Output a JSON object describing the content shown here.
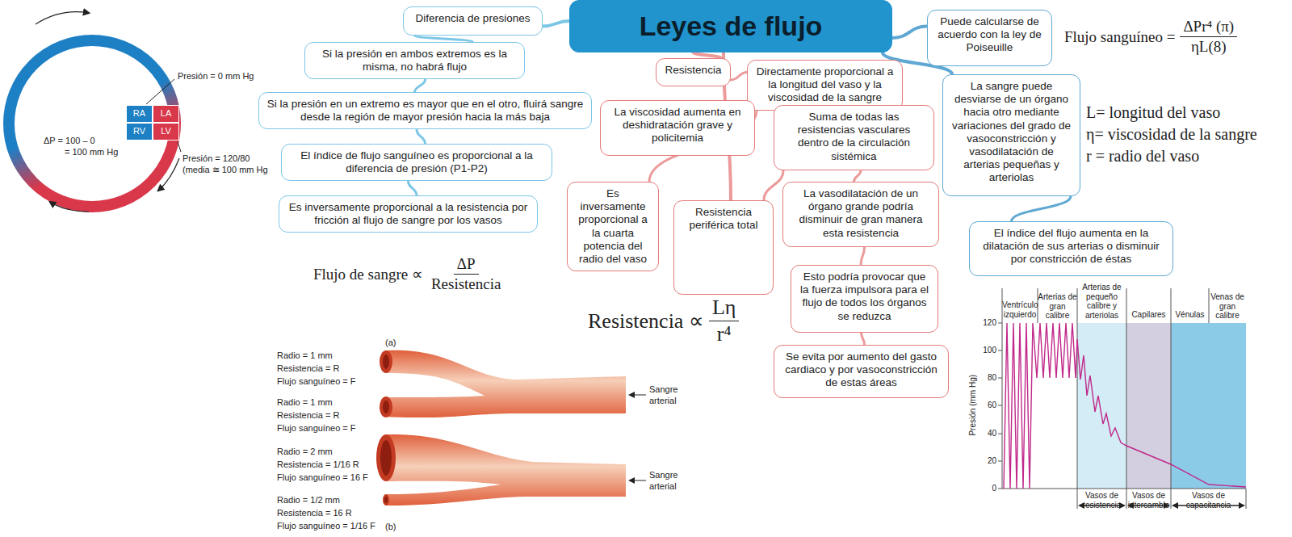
{
  "diagram": {
    "nodes": [
      {
        "text": [
          "Leyes de flujo"
        ]
      },
      {
        "text": [
          "Diferencia de presiones"
        ]
      },
      {
        "text": [
          "Si la presión en ambos extremos es la misma, no habrá flujo"
        ]
      },
      {
        "text": [
          "Si la presión en un extremo es mayor que en el otro, fluirá sangre desde la región de mayor presión hacia la más baja"
        ]
      },
      {
        "text": [
          "El índice de flujo sanguíneo es proporcional a la diferencia de presión (P1-P2)"
        ]
      },
      {
        "text": [
          "Es inversamente proporcional a la resistencia por fricción al flujo de sangre por los vasos"
        ]
      },
      {
        "text": [
          "Resistencia"
        ]
      },
      {
        "text": [
          "Directamente proporcional a la longitud del vaso y la viscosidad de la sangre"
        ]
      },
      {
        "text": [
          "La viscosidad aumenta en deshidratación grave y policitemia"
        ]
      },
      {
        "text": [
          "Es inversamente proporcional a la cuarta potencia del radio del vaso"
        ]
      },
      {
        "text": [
          "Resistencia periférica total"
        ]
      },
      {
        "text": [
          "Suma de todas las resistencias vasculares dentro de la circulación sistémica"
        ]
      },
      {
        "text": [
          "La vasodilatación de un órgano grande podría disminuir de gran manera esta resistencia"
        ]
      },
      {
        "text": [
          "Esto podría provocar que la fuerza impulsora para el flujo de todos los órganos se reduzca"
        ]
      },
      {
        "text": [
          "Se evita por aumento del gasto cardiaco y por vasoconstricción de estas áreas"
        ]
      },
      {
        "text": [
          "Puede calcularse de acuerdo con la ley de Poiseuille"
        ]
      },
      {
        "text": [
          "La sangre puede desviarse de un órgano hacia otro mediante variaciones del grado de vasoconstricción y vasodilatación de arterias pequeñas y arteriolas"
        ]
      },
      {
        "text": [
          "El índice del flujo aumenta en la dilatación de sus arterias o disminuir por constricción de éstas"
        ]
      },
      {
        "text": [
          "RA"
        ]
      },
      {
        "text": [
          "LA"
        ]
      },
      {
        "text": [
          "RV"
        ]
      },
      {
        "text": [
          "LV"
        ]
      }
    ],
    "edges": [
      {
        "from": 0,
        "to": 1,
        "arrow": "none"
      },
      {
        "from": 1,
        "to": 2,
        "arrow": "none"
      },
      {
        "from": 2,
        "to": 3,
        "arrow": "none"
      },
      {
        "from": 3,
        "to": 4,
        "arrow": "none"
      },
      {
        "from": 4,
        "to": 5,
        "arrow": "none"
      },
      {
        "from": 0,
        "to": 6,
        "arrow": "none"
      },
      {
        "from": 6,
        "to": 7,
        "arrow": "none"
      },
      {
        "from": 7,
        "to": 8,
        "arrow": "none"
      },
      {
        "from": 7,
        "to": 9,
        "arrow": "none"
      },
      {
        "from": 0,
        "to": 10,
        "arrow": "none"
      },
      {
        "from": 10,
        "to": 11,
        "arrow": "none"
      },
      {
        "from": 11,
        "to": 12,
        "arrow": "none"
      },
      {
        "from": 12,
        "to": 13,
        "arrow": "none"
      },
      {
        "from": 13,
        "to": 14,
        "arrow": "none"
      },
      {
        "from": 0,
        "to": 15,
        "arrow": "none"
      },
      {
        "from": 0,
        "to": 16,
        "arrow": "none"
      },
      {
        "from": 16,
        "to": 17,
        "arrow": "none"
      }
    ],
    "labels": [
      "Flujo de sangre ∝",
      "ΔP",
      "Resistencia",
      "Resistencia ∝",
      "Lη",
      "r⁴",
      "Flujo sanguíneo =",
      "ΔPr⁴ (π)",
      "ηL(8)",
      "L= longitud del vaso",
      "η= viscosidad de la sangre",
      "r = radio del vaso",
      "Presión = 0 mm Hg",
      "ΔP = 100 – 0",
      "= 100 mm Hg",
      "Presión = 120/80",
      "(media ≅ 100 mm Hg",
      "(a)",
      "Radio = 1 mm",
      "Resistencia = R",
      "Flujo sanguíneo = F",
      "Radio = 1 mm",
      "Resistencia = R",
      "Flujo sanguíneo = F",
      "Sangre arterial",
      "Radio = 2 mm",
      "Resistencia = 1/16 R",
      "Flujo sanguíneo = 16 F",
      "Radio = 1/2 mm",
      "Resistencia = 16 R",
      "Flujo sanguíneo = 1/16 F",
      "Sangre arterial",
      "(b)",
      "Ventrículo izquierdo",
      "Arterias de gran calibre",
      "Arterias de pequeño calibre y arteriolas",
      "Capilares",
      "Vénulas",
      "Venas de gran calibre",
      "Presión (mm Hg)",
      "120",
      "100",
      "80",
      "60",
      "40",
      "20",
      "0",
      "Vasos de resistencia",
      "Vasos de intercambio",
      "Vasos de capacitancia"
    ]
  }
}
